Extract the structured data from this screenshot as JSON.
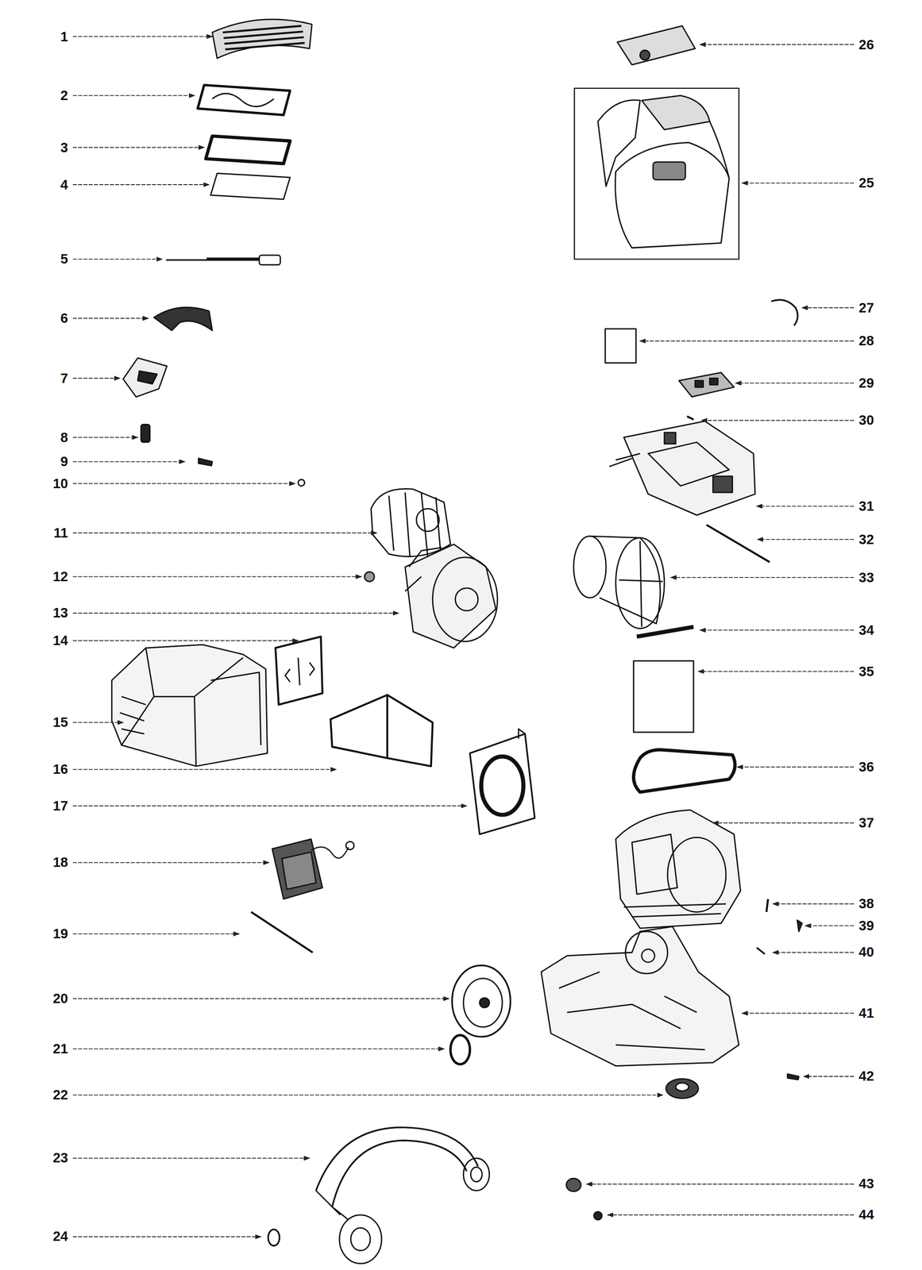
{
  "diagram": {
    "labels": [
      "1",
      "2",
      "3",
      "4",
      "5",
      "6",
      "7",
      "8",
      "9",
      "10",
      "11",
      "12",
      "13",
      "14",
      "15",
      "16",
      "17",
      "18",
      "19",
      "20",
      "21",
      "22",
      "23",
      "24",
      "26",
      "25",
      "27",
      "28",
      "29",
      "30",
      "31",
      "32",
      "33",
      "34",
      "35",
      "36",
      "37",
      "38",
      "39",
      "40",
      "41",
      "42",
      "43",
      "44"
    ]
  }
}
